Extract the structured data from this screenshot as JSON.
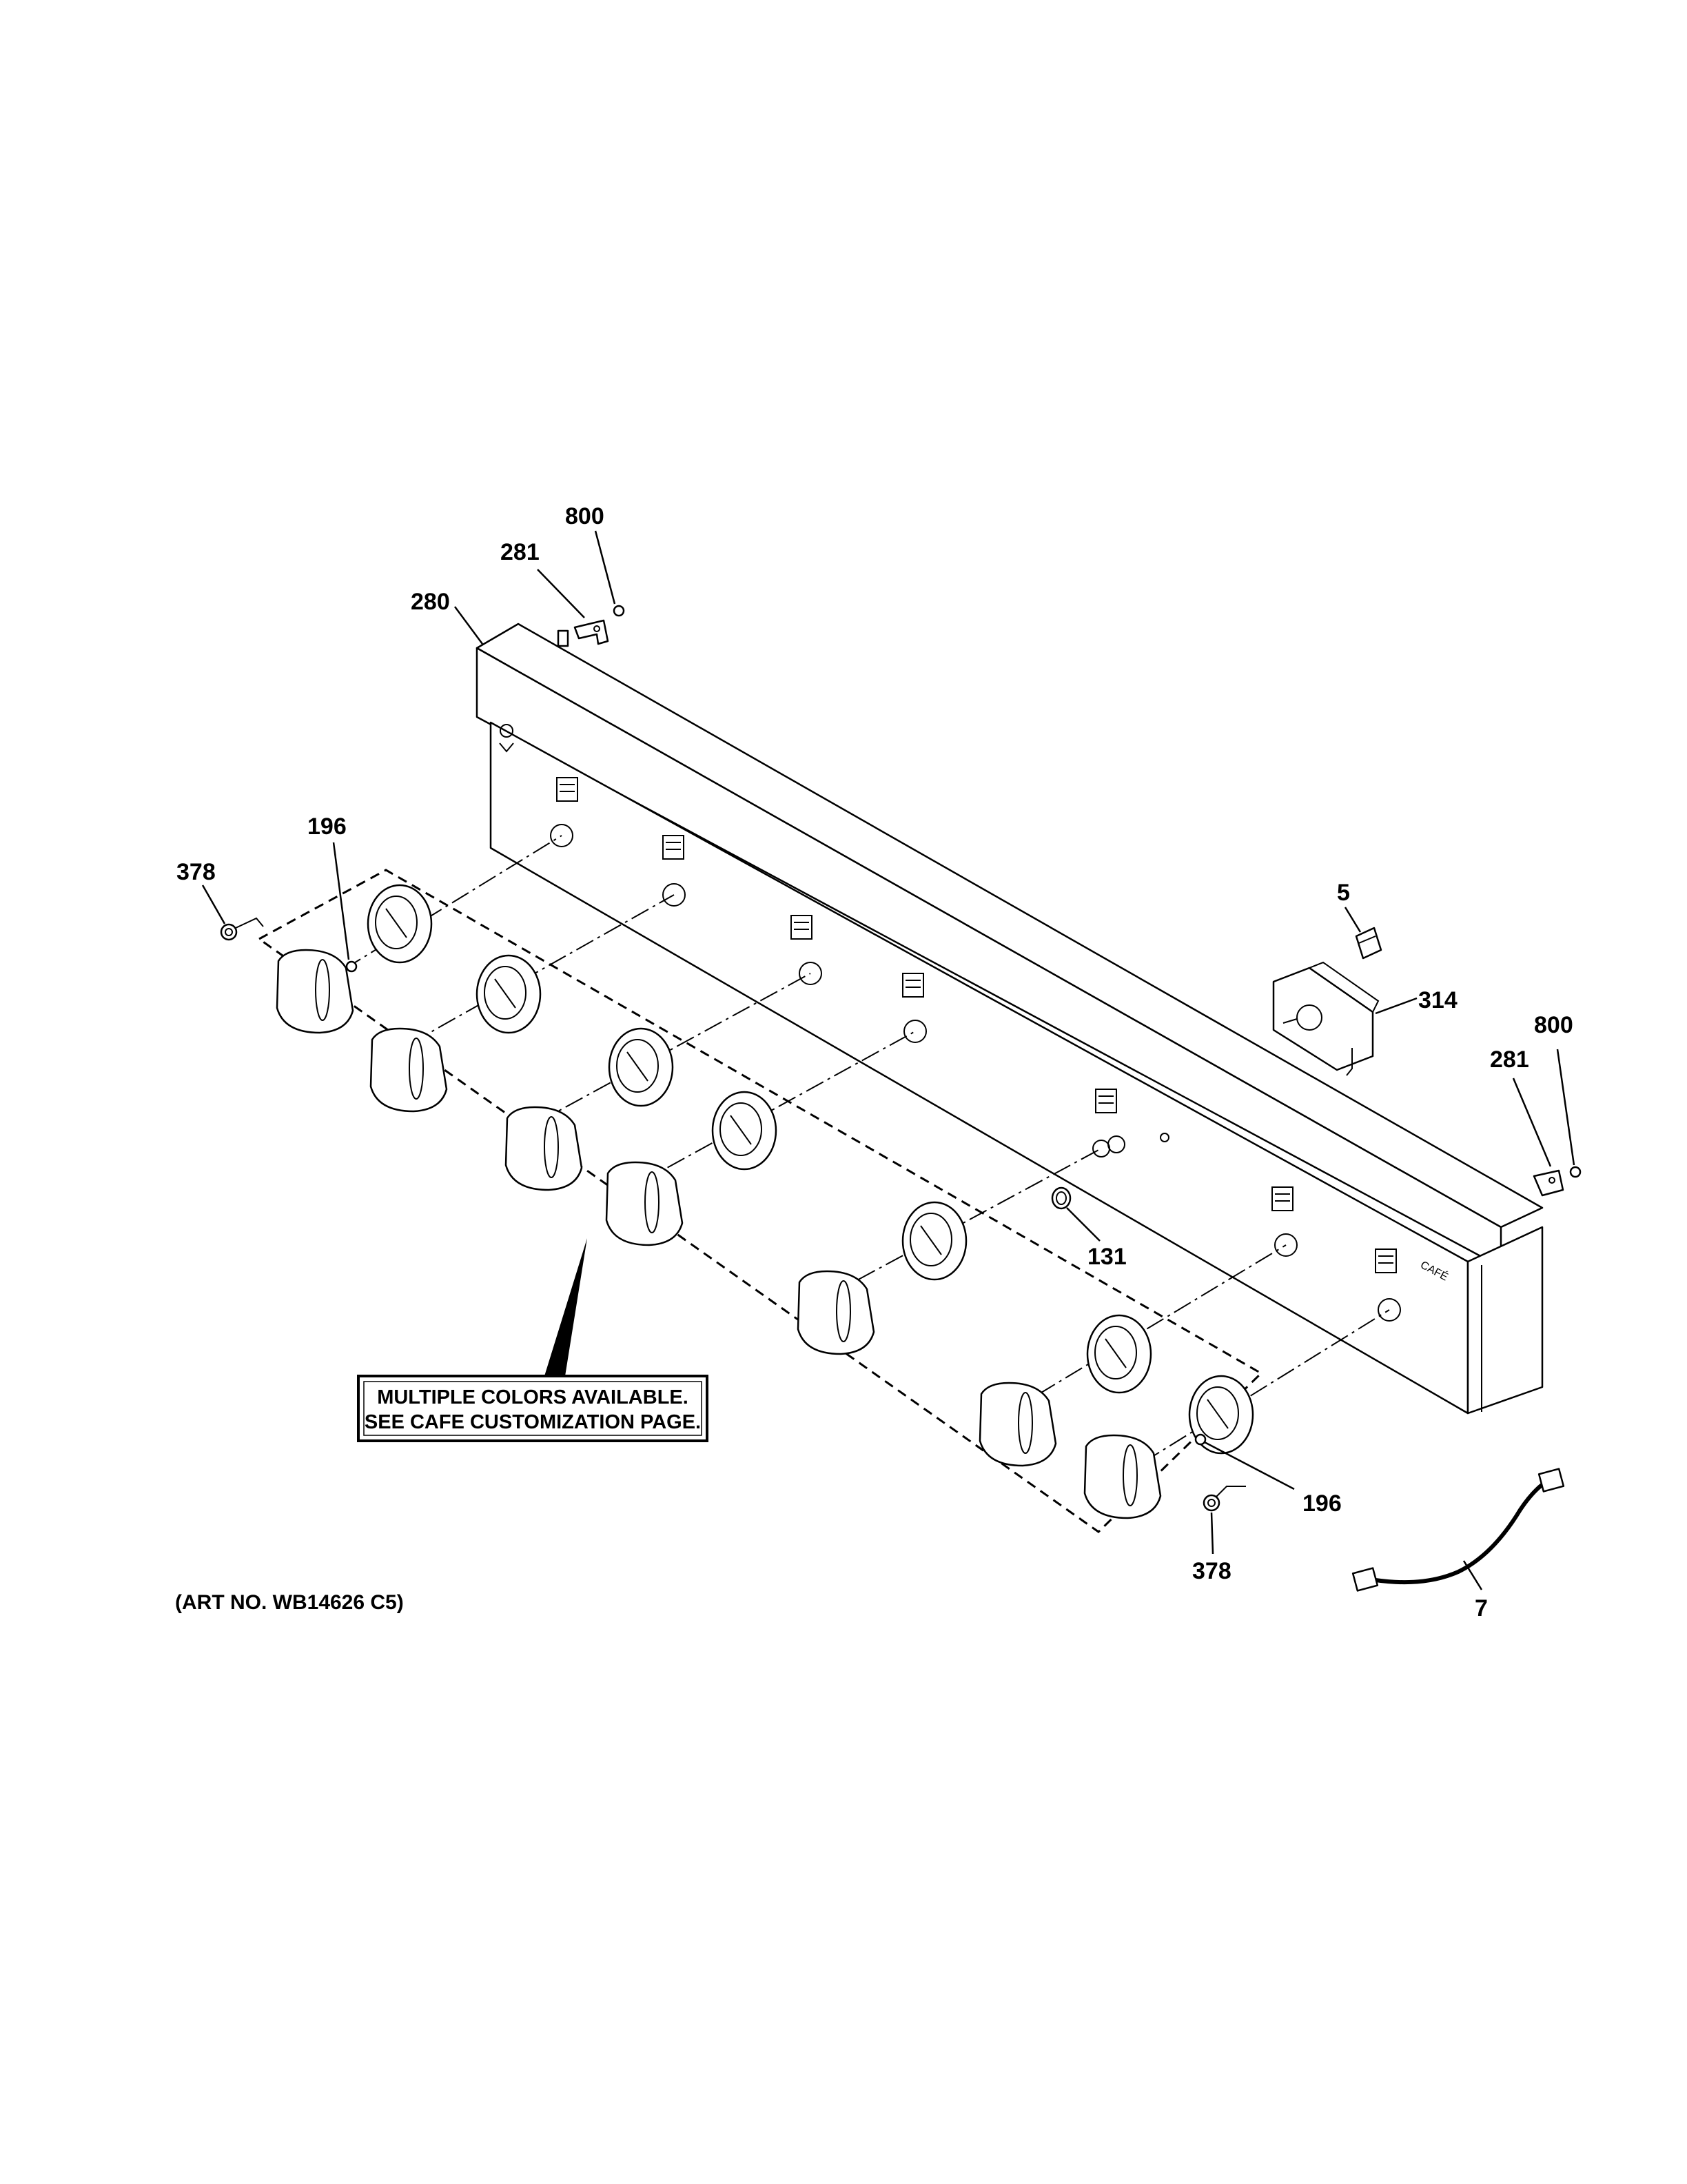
{
  "callouts": {
    "c800_top": "800",
    "c281_top": "281",
    "c280": "280",
    "c196_left": "196",
    "c378_left": "378",
    "c5": "5",
    "c314": "314",
    "c800_right": "800",
    "c281_right": "281",
    "c131": "131",
    "c196_right": "196",
    "c378_right": "378",
    "c7": "7"
  },
  "note": {
    "line1": "MULTIPLE COLORS AVAILABLE.",
    "line2": "SEE CAFE CUSTOMIZATION PAGE."
  },
  "art_number": "(ART NO. WB14626 C5)",
  "panel_brand": "CAFÉ"
}
